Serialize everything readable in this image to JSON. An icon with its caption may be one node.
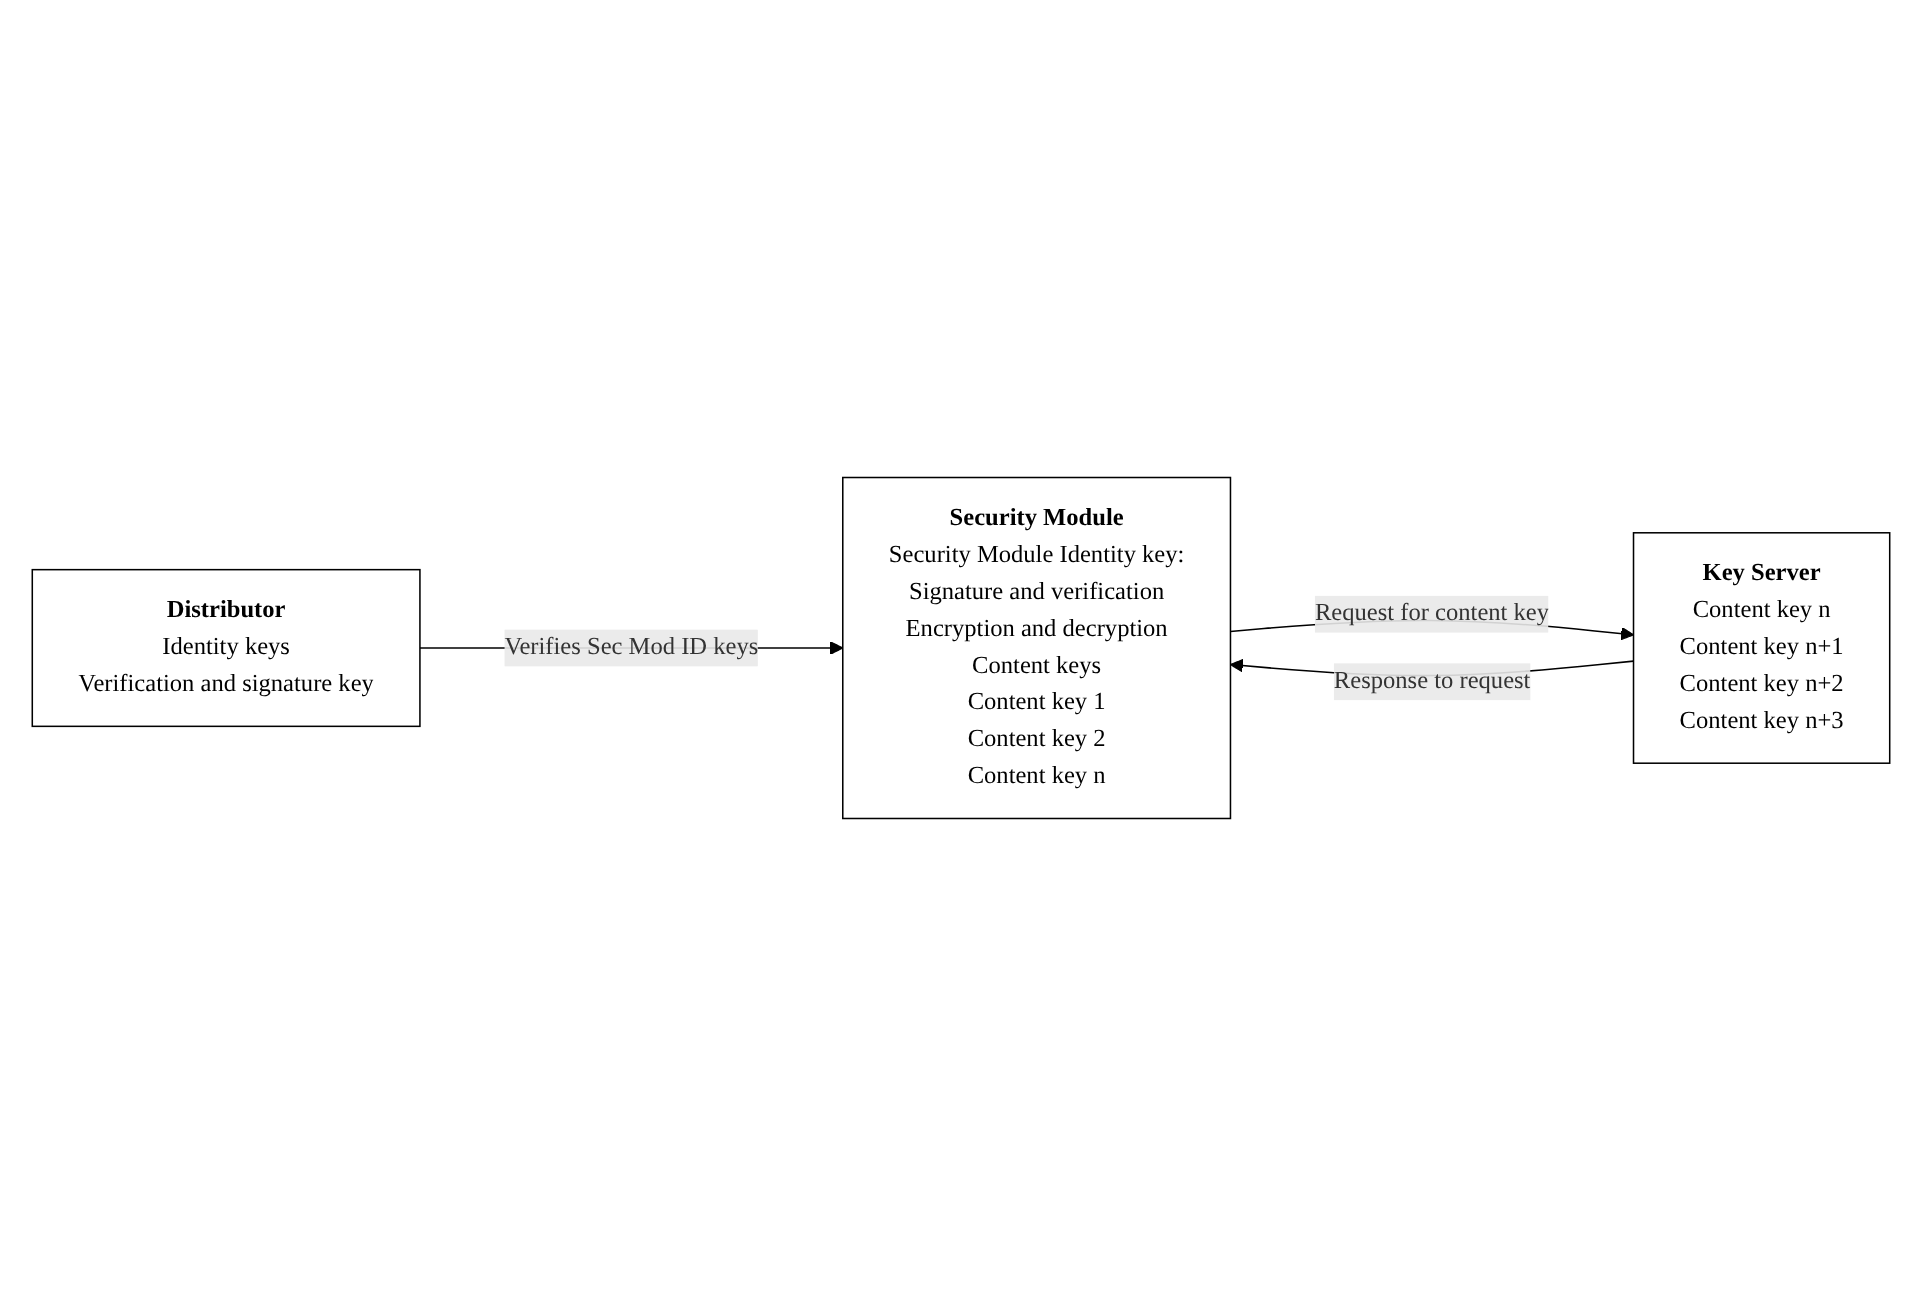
{
  "diagram": {
    "nodes": [
      {
        "text": [
          "Distributor",
          "Identity keys",
          "Verification and signature key"
        ]
      },
      {
        "text": [
          "Security Module",
          "Security Module Identity key:",
          "Signature and verification",
          "Encryption and decryption",
          "Content keys",
          "Content key 1",
          "Content key 2",
          "Content key n"
        ]
      },
      {
        "text": [
          "Key Server",
          "Content key n",
          "Content key n+1",
          "Content key n+2",
          "Content key n+3"
        ]
      }
    ],
    "edges": [
      {
        "from": 0,
        "to": 1,
        "arrow": "to",
        "label": "Verifies Sec Mod ID keys"
      },
      {
        "from": 1,
        "to": 2,
        "arrow": "to",
        "label": "Request for content key"
      },
      {
        "from": 2,
        "to": 1,
        "arrow": "to",
        "label": "Response to request"
      }
    ]
  }
}
